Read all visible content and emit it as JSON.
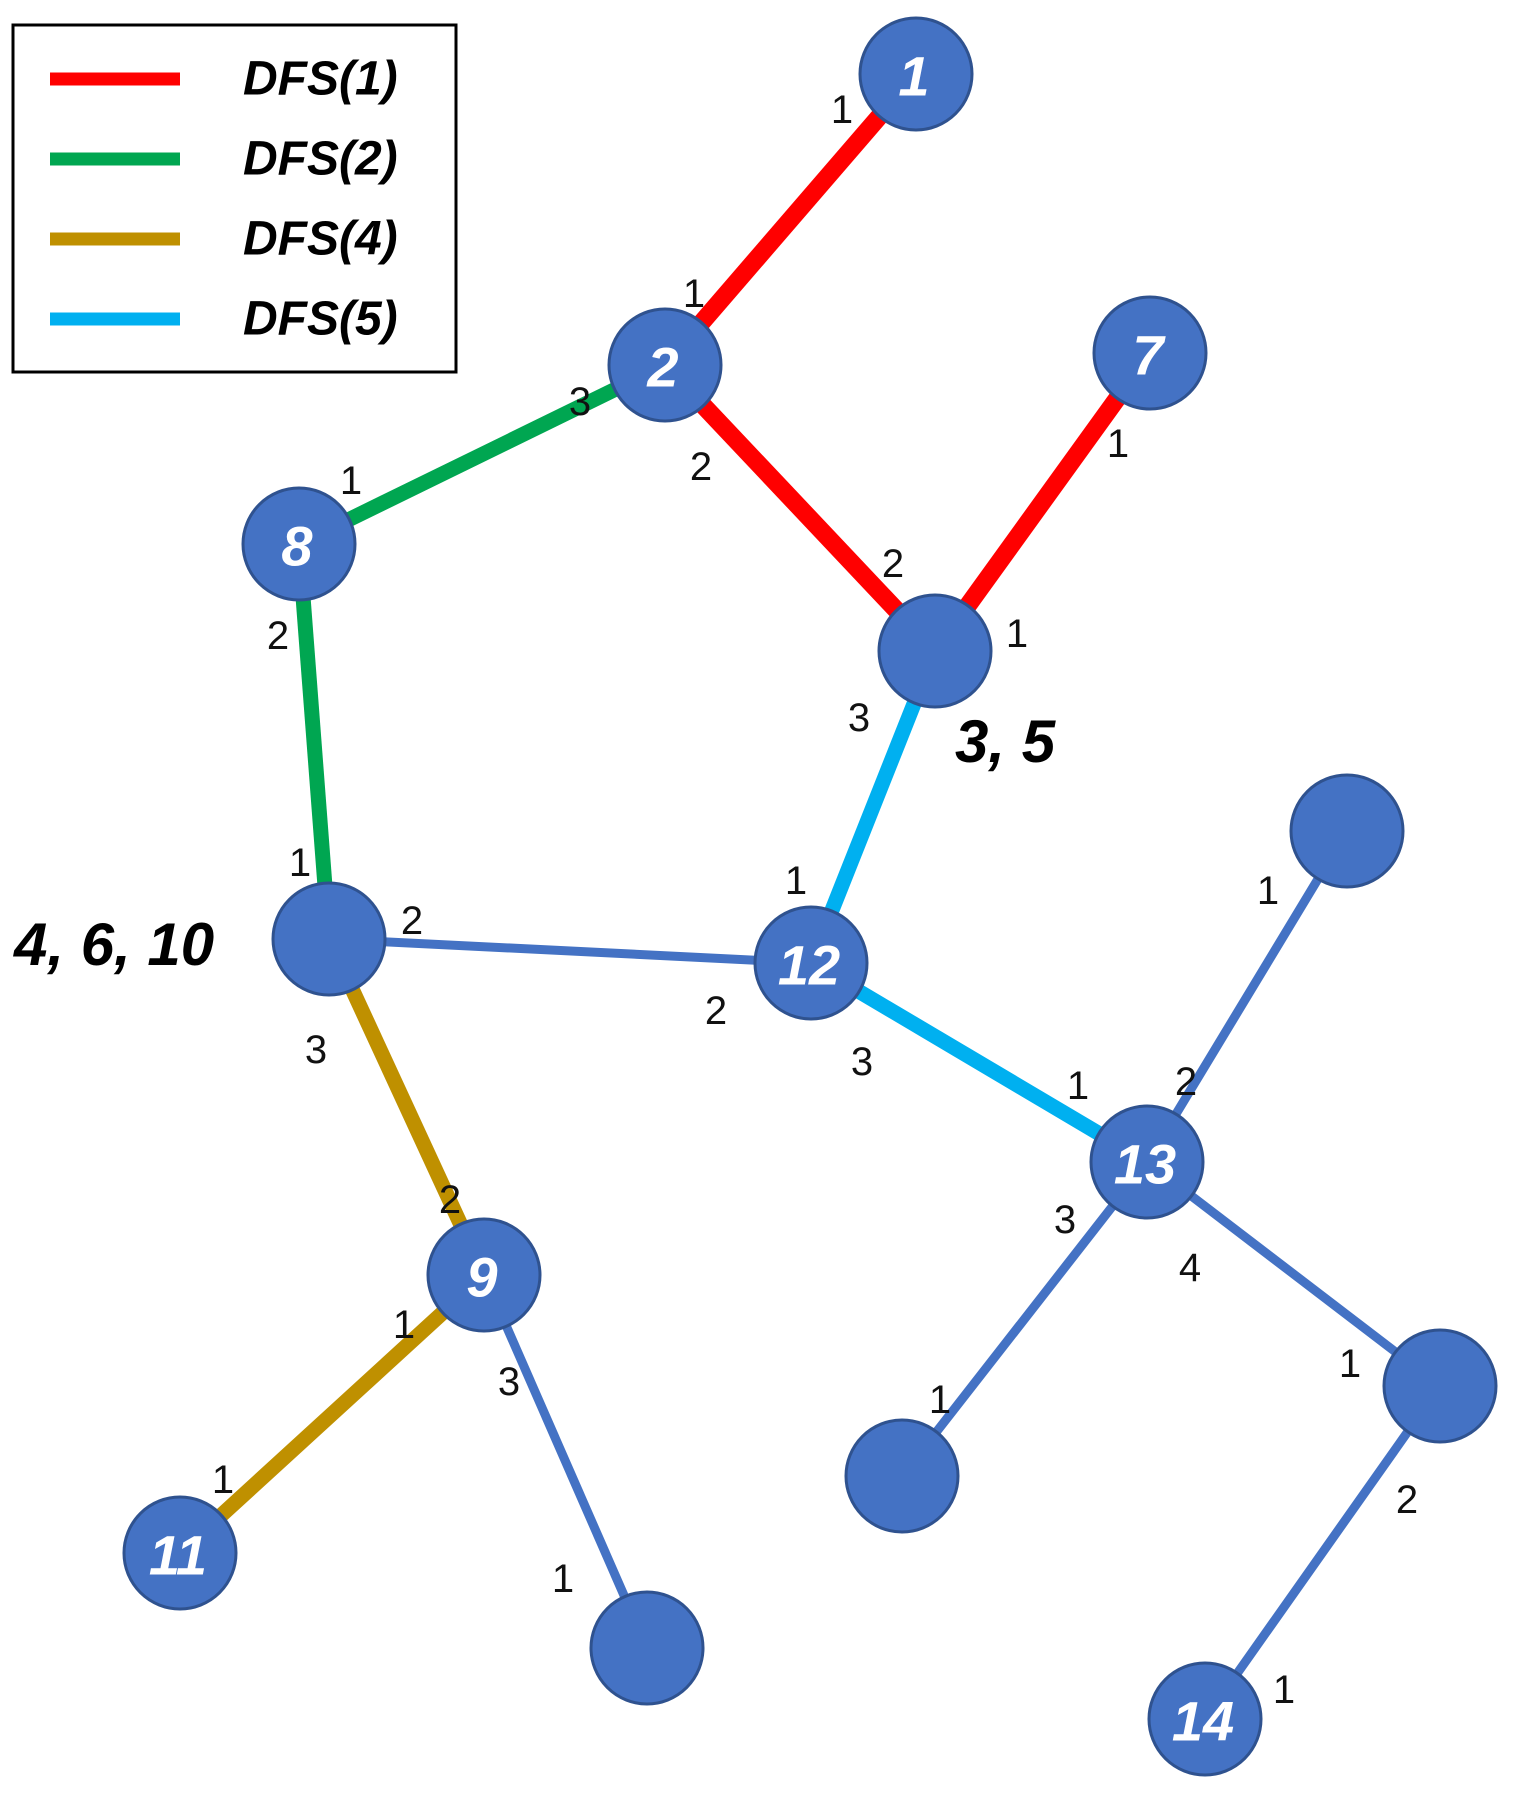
{
  "colors": {
    "node_fill": "#4472c4",
    "node_stroke": "#2f528f",
    "default_edge": "#4472c4",
    "dfs1": "#ff0000",
    "dfs2": "#00a651",
    "dfs4": "#bf9000",
    "dfs5": "#00b0f0"
  },
  "legend": [
    {
      "label": "DFS(1)",
      "color": "#ff0000"
    },
    {
      "label": "DFS(2)",
      "color": "#00a651"
    },
    {
      "label": "DFS(4)",
      "color": "#bf9000"
    },
    {
      "label": "DFS(5)",
      "color": "#00b0f0"
    }
  ],
  "nodes": [
    {
      "id": "n1",
      "label": "1"
    },
    {
      "id": "n2",
      "label": "2"
    },
    {
      "id": "n7",
      "label": "7"
    },
    {
      "id": "n8",
      "label": "8"
    },
    {
      "id": "n35",
      "label": ""
    },
    {
      "id": "n4610",
      "label": ""
    },
    {
      "id": "n12",
      "label": "12"
    },
    {
      "id": "nTR",
      "label": ""
    },
    {
      "id": "n13",
      "label": "13"
    },
    {
      "id": "n9",
      "label": "9"
    },
    {
      "id": "nR",
      "label": ""
    },
    {
      "id": "n11",
      "label": "11"
    },
    {
      "id": "nB9",
      "label": ""
    },
    {
      "id": "nBL13",
      "label": ""
    },
    {
      "id": "n14",
      "label": "14"
    }
  ],
  "side_labels": {
    "three_five": "3, 5",
    "four_six_ten": "4, 6, 10"
  },
  "edges": [
    {
      "from": "n1",
      "to": "n2",
      "style": "dfs1",
      "labels": [
        "1",
        "1"
      ]
    },
    {
      "from": "n2",
      "to": "n35",
      "style": "dfs1",
      "labels": [
        "2",
        "2"
      ]
    },
    {
      "from": "n7",
      "to": "n35",
      "style": "dfs1",
      "labels": [
        "1",
        "1"
      ]
    },
    {
      "from": "n2",
      "to": "n8",
      "style": "dfs2",
      "labels": [
        "3",
        "1"
      ]
    },
    {
      "from": "n8",
      "to": "n4610",
      "style": "dfs2",
      "labels": [
        "2",
        "1"
      ]
    },
    {
      "from": "n35",
      "to": "n12",
      "style": "dfs5",
      "labels": [
        "3",
        "1"
      ]
    },
    {
      "from": "n4610",
      "to": "n12",
      "style": "default",
      "labels": [
        "2",
        "2"
      ]
    },
    {
      "from": "n12",
      "to": "n13",
      "style": "dfs5",
      "labels": [
        "3",
        "1"
      ]
    },
    {
      "from": "n4610",
      "to": "n9",
      "style": "dfs4",
      "labels": [
        "3",
        "2"
      ]
    },
    {
      "from": "n9",
      "to": "n11",
      "style": "dfs4",
      "labels": [
        "1",
        "1"
      ]
    },
    {
      "from": "n9",
      "to": "nB9",
      "style": "default",
      "labels": [
        "3",
        "1"
      ]
    },
    {
      "from": "nTR",
      "to": "n13",
      "style": "default",
      "labels": [
        "1",
        "2"
      ]
    },
    {
      "from": "n13",
      "to": "nBL13",
      "style": "default",
      "labels": [
        "3",
        "1"
      ]
    },
    {
      "from": "n13",
      "to": "nR",
      "style": "default",
      "labels": [
        "4",
        "1"
      ]
    },
    {
      "from": "nR",
      "to": "n14",
      "style": "default",
      "labels": [
        "2",
        "1"
      ]
    }
  ]
}
